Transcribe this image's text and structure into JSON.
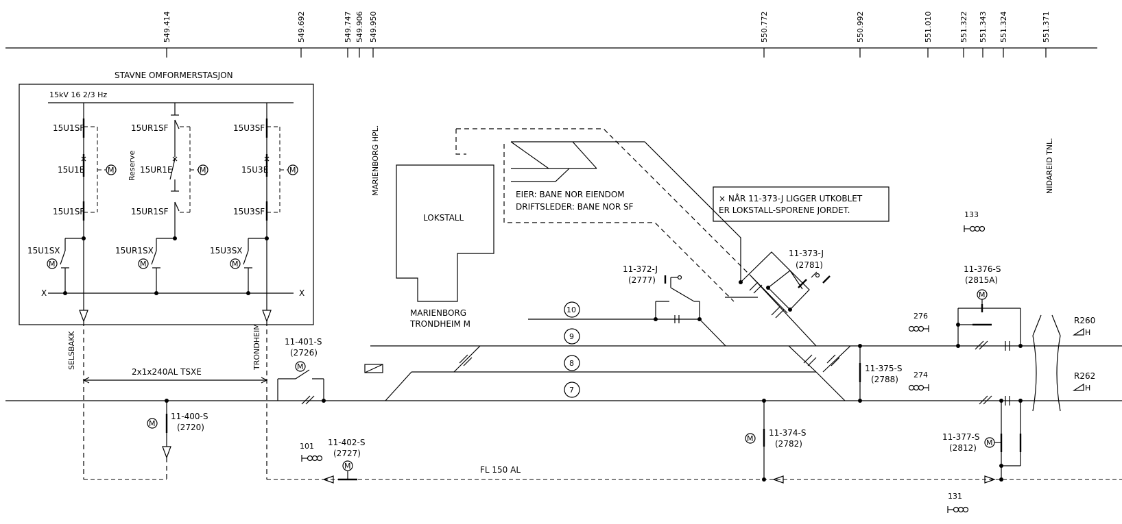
{
  "km_marks": [
    "549.414",
    "549.692",
    "549.747",
    "549.906",
    "549.950",
    "550.772",
    "550.992",
    "551.010",
    "551.322",
    "551.343",
    "551.324",
    "551.371"
  ],
  "station": {
    "title": "STAVNE OMFORMERSTASJON",
    "voltage": "15kV 16 2/3 Hz",
    "reserve": "Reserve",
    "switches": {
      "u1sf_top": "15U1SF",
      "u1e": "15U1E",
      "u1sf_bot": "15U1SF",
      "u1sx": "15U1SX",
      "ur1sf_top": "15UR1SF",
      "ur1e": "15UR1E",
      "ur1sf_bot": "15UR1SF",
      "ur1sx": "15UR1SX",
      "u3sf_top": "15U3SF",
      "u3e": "15U3E",
      "u3sf_bot": "15U3SF",
      "u3sx": "15U3SX"
    },
    "bus_x_left": "X",
    "bus_x_right": "X",
    "motor": "M"
  },
  "feeders": {
    "left": "SELSBAKK",
    "right": "TRONDHEIM",
    "cable": "2x1x240AL TSXE"
  },
  "places": {
    "marienborg_hpl": "MARIENBORG HPL.",
    "lokstall": "LOKSTALL",
    "marienborg_1": "MARIENBORG",
    "marienborg_2": "TRONDHEIM M",
    "owner": "EIER: BANE NOR EIENDOM",
    "operator": "DRIFTSLEDER: BANE NOR SF",
    "note_1": "× NÅR 11-373-J LIGGER UTKOBLET",
    "note_2": "ER LOKSTALL-SPORENE JORDET.",
    "nidareid": "NIDAREID TNL."
  },
  "tracks": [
    "10",
    "9",
    "8",
    "7"
  ],
  "fl_label": "FL 150 AL",
  "devices": {
    "s400": "11-400-S",
    "s400_n": "(2720)",
    "s401": "11-401-S",
    "s401_n": "(2726)",
    "s402": "11-402-S",
    "s402_n": "(2727)",
    "j372": "11-372-J",
    "j372_n": "(2777)",
    "j373": "11-373-J",
    "j373_n": "(2781)",
    "s374": "11-374-S",
    "s374_n": "(2782)",
    "s375": "11-375-S",
    "s375_n": "(2788)",
    "s376": "11-376-S",
    "s376_n": "(2815A)",
    "s377": "11-377-S",
    "s377_n": "(2812)"
  },
  "signals": {
    "s101": "101",
    "s131": "131",
    "s133": "133",
    "s274": "274",
    "s276": "276"
  },
  "routes": {
    "r260": "R260",
    "r262": "R262",
    "h": "H"
  }
}
